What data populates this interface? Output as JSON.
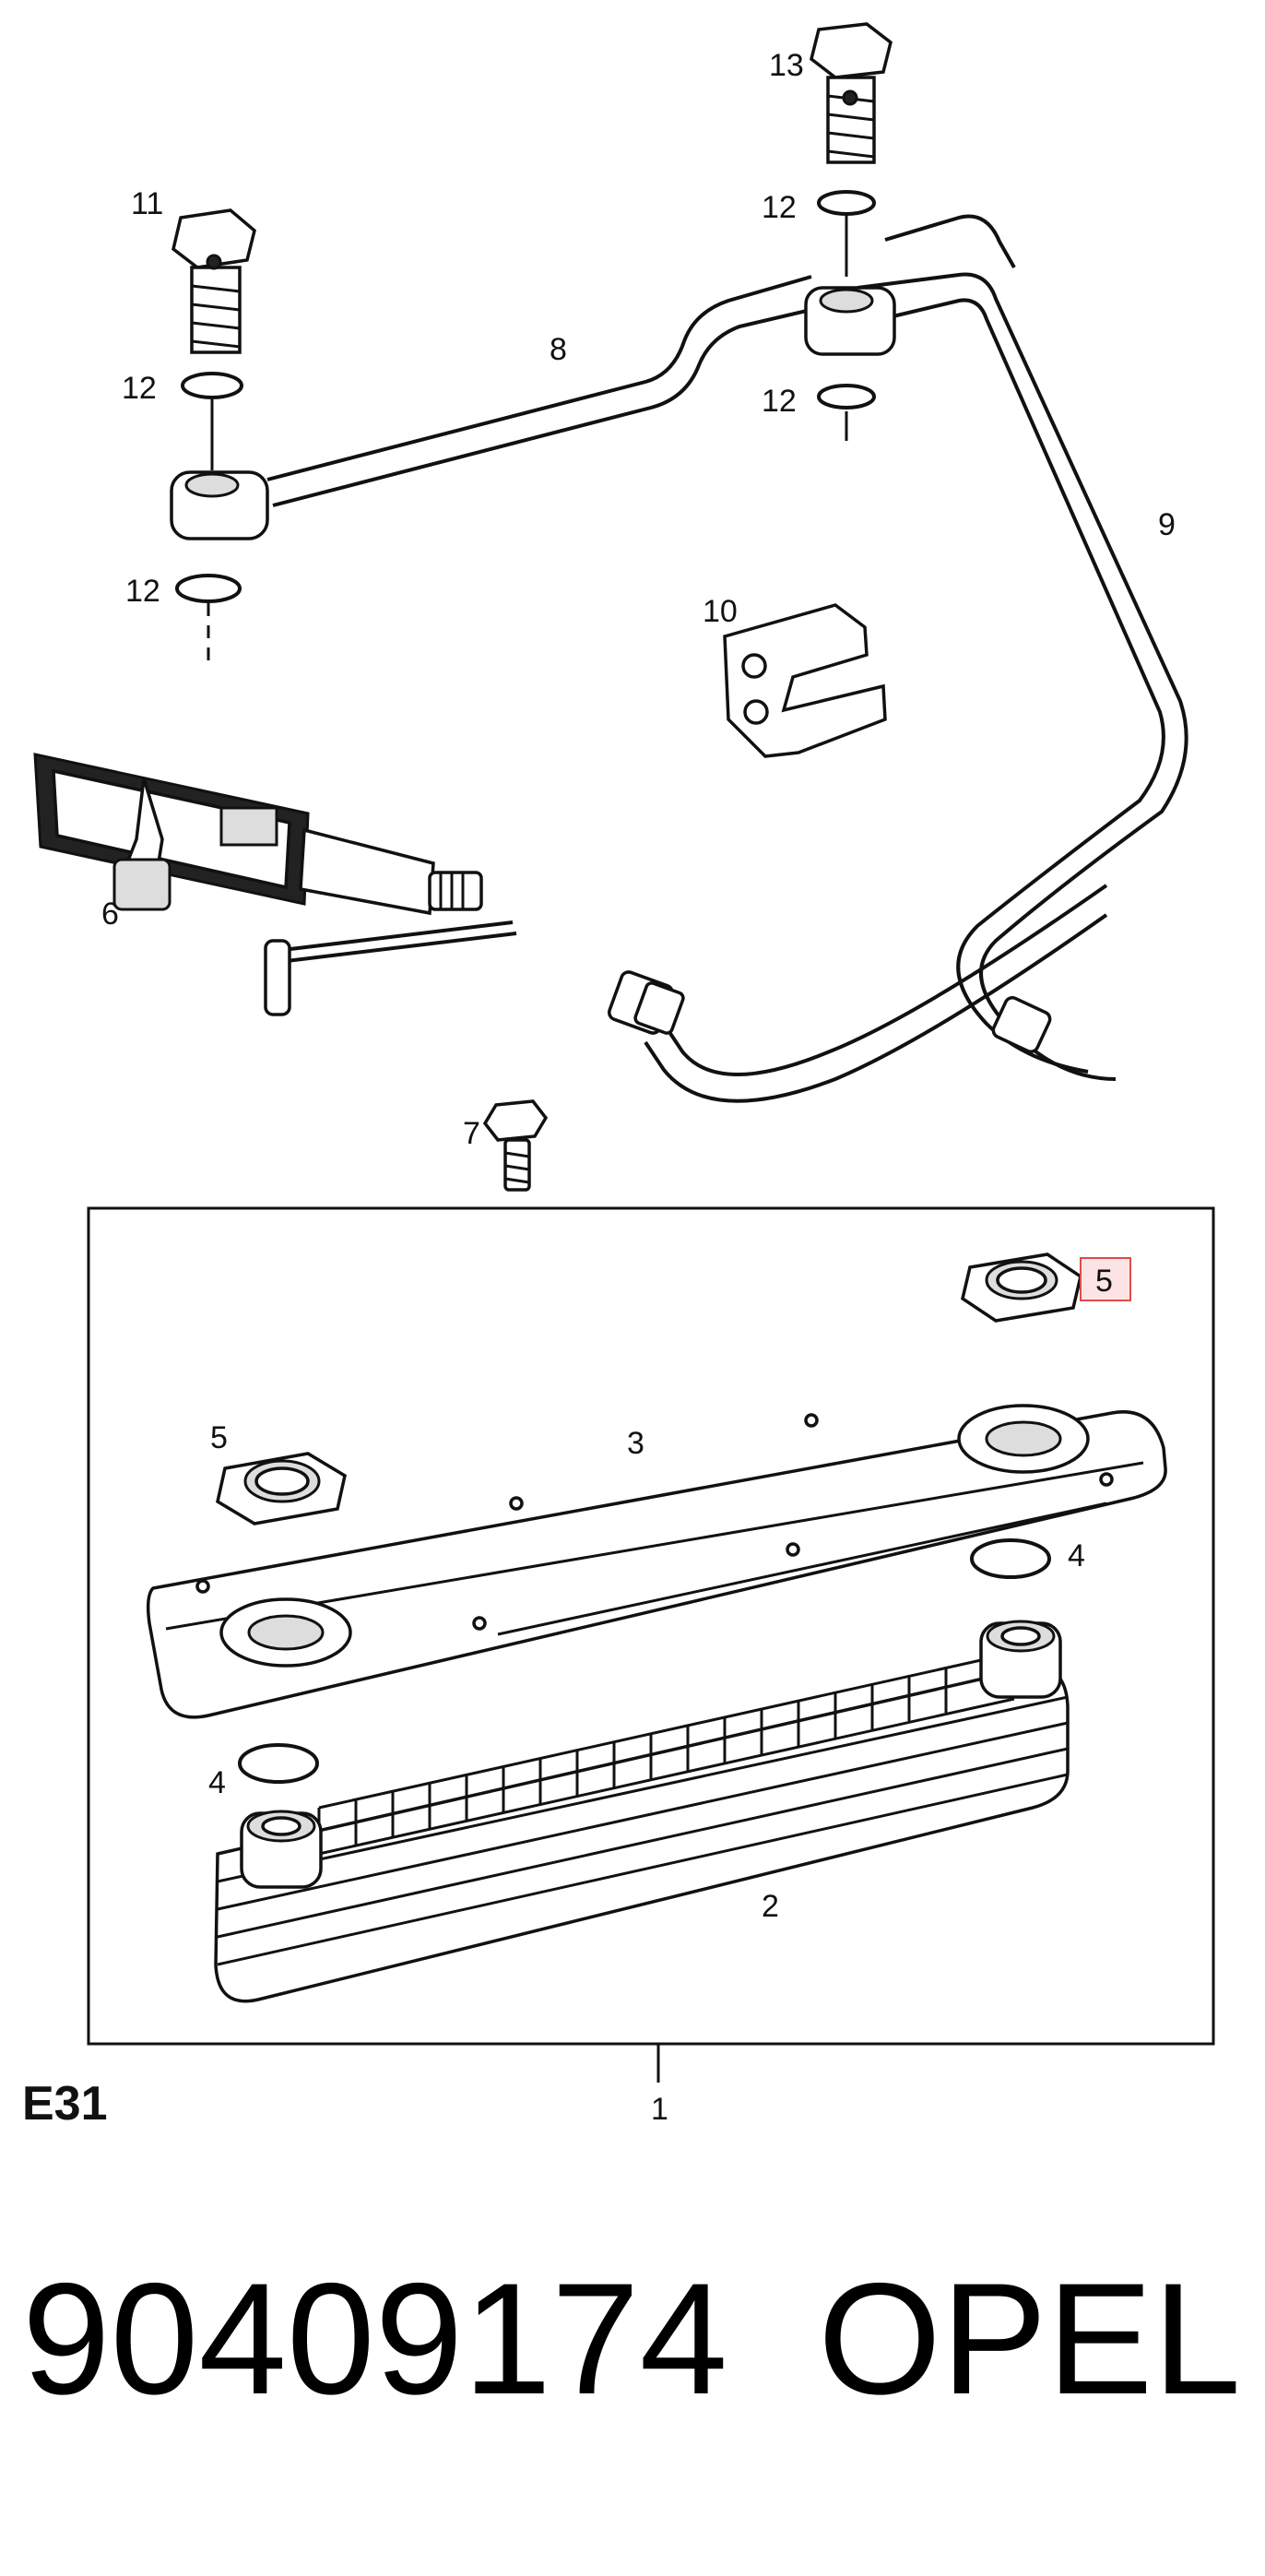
{
  "diagram": {
    "labels": {
      "l1": "1",
      "l2": "2",
      "l3": "3",
      "l4a": "4",
      "l4b": "4",
      "l5a": "5",
      "l5b": "5",
      "l6": "6",
      "l7": "7",
      "l8": "8",
      "l9": "9",
      "l10": "10",
      "l11": "11",
      "l12a": "12",
      "l12b": "12",
      "l12c": "12",
      "l12d": "12",
      "l13": "13"
    },
    "section_code": "E31",
    "highlight_color": "#e04b4b"
  },
  "footer": {
    "part_number": "90409174",
    "brand": "OPEL"
  }
}
